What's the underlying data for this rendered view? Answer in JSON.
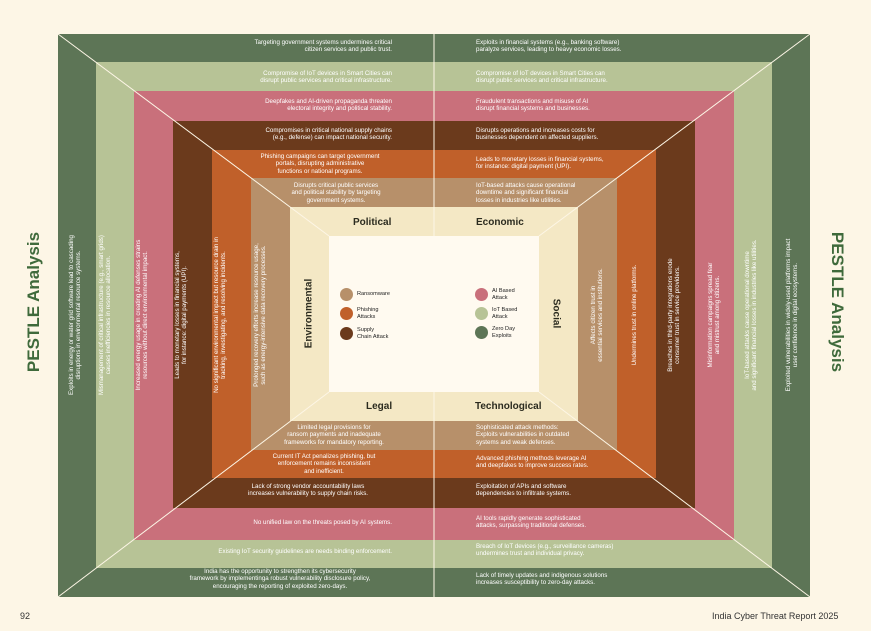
{
  "title_left": "PESTLE Analysis",
  "title_right": "PESTLE Analysis",
  "quadrants": {
    "political": "Political",
    "economic": "Economic",
    "social": "Social",
    "technological": "Technological",
    "legal": "Legal",
    "environmental": "Environmental"
  },
  "legend": [
    {
      "label": "Ransomware",
      "color": "#b7906a"
    },
    {
      "label": "Phishing\nAttacks",
      "color": "#c0602a"
    },
    {
      "label": "Supply\nChain Attack",
      "color": "#6b3a1c"
    },
    {
      "label": "AI Based\nAttack",
      "color": "#c9707b"
    },
    {
      "label": "IoT Based\nAttack",
      "color": "#b7c396"
    },
    {
      "label": "Zero Day\nExploits",
      "color": "#5d7556"
    }
  ],
  "colors": {
    "zero_day": "#5d7556",
    "iot": "#b7c396",
    "ai": "#c9707b",
    "supply_chain": "#6b3a1c",
    "phishing": "#c0602a",
    "ransomware": "#b7906a",
    "inner": "#f4e8c5",
    "center": "#fffaf0"
  },
  "top": {
    "l0": {
      "left": "Targeting government systems undermines critical\ncitizen services and public trust.",
      "right": "Exploits in financial systems (e.g., banking software)\nparalyze services, leading to heavy economic losses."
    },
    "l1": {
      "left": "Compromise of IoT devices in Smart Cities can\ndisrupt public services and critical infrastructure.",
      "right": "Compromise of IoT devices in Smart Cities can\ndisrupt public services and critical infrastructure."
    },
    "l2": {
      "left": "Deepfakes and AI-driven propaganda threaten\nelectoral integrity and political stability.",
      "right": "Fraudulent transactions and misuse of AI\ndisrupt financial systems and businesses."
    },
    "l3": {
      "left": "Compromises in critical national supply chains\n(e.g., defense) can impact national security.",
      "right": "Disrupts operations and increases costs for\nbusinesses dependent on affected suppliers."
    },
    "l4": {
      "left": "Phishing campaigns can target government\nportals, disrupting administrative\nfunctions or national programs.",
      "right": "Leads to monetary losses in financial systems,\nfor instance: digital payment (UPI)."
    },
    "l5": {
      "left": "Disrupts critical public services\nand political stability by targeting\ngovernment systems.",
      "right": "IoT-based attacks cause operational\ndowntime and significant financial\nlosses in industries like utilities."
    }
  },
  "bottom": {
    "l5": {
      "left": "Limited legal provisions for\nransom payments and inadequate\nframeworks for mandatory reporting.",
      "right": "Sophisticated attack methods:\nExploits vulnerabilities in outdated\nsystems and weak defenses."
    },
    "l4": {
      "left": "Current IT Act penalizes phishing, but\nenforcement remains inconsistent\nand inefficient.",
      "right": "Advanced phishing methods leverage AI\nand deepfakes to improve success rates."
    },
    "l3": {
      "left": "Lack of strong vendor accountability laws\nincreases vulnerability to supply chain risks.",
      "right": "Exploitation of APIs and software\ndependencies to infiltrate systems."
    },
    "l2": {
      "left": "No unified law on the threats posed by AI systems.",
      "right": "AI tools rapidly generate sophisticated\nattacks, surpassing traditional defenses."
    },
    "l1": {
      "left": "Existing IoT security guidelines are needs binding enforcement.",
      "right": "Breach of IoT devices (e.g., surveillance cameras)\nundermines trust and individual privacy."
    },
    "l0": {
      "left": "India has the opportunity to strengthen its cybersecurity\nframework by implementinga robust vulnerability disclosure policy,\nencouraging the reporting of exploited zero-days.",
      "right": "Lack of timely updates and indigenous solutions\nincreases susceptibility to zero-day attacks."
    }
  },
  "left": {
    "l0": "Exploits in energy or water grid software lead to cascading\ndisruptions in environmental resource systems.",
    "l1": "Mismanagement of critical infrastructure (e.g., smart grids)\ncauses inefficiencies in resource allocation.",
    "l2": "Increased energy usage in creating AI defenses strains\nresources without direct environmental impact.",
    "l3": "Leads to monetary losses in financial systems,\nfor instance: digital payments (UPI).",
    "l4": "No significant environmental impact but resource drain in\ntracking, investigating, and resolving incidents.",
    "l5": "Prolonged recovery efforts increase resource usage,\nsuch as energy-intensive data recovery processes."
  },
  "right": {
    "l5": "Affects citizen trust in\nessential services and institutions.",
    "l4": "Undermines trust in online platforms.",
    "l3": "Breaches in third-party integrations erode\nconsumer trust in service providers.",
    "l2": "Misinformation campaigns spread fear\nand mistrust among citizens.",
    "l1": "IoT-based attacks cause operational downtime\nand significant financial losses in industries like utilities.",
    "l0": "Exploited vulnerabilities in widely-used platforms impact\nuser confidence in digital ecosystems."
  },
  "footer": {
    "page": "92",
    "report": "India Cyber Threat Report 2025"
  }
}
